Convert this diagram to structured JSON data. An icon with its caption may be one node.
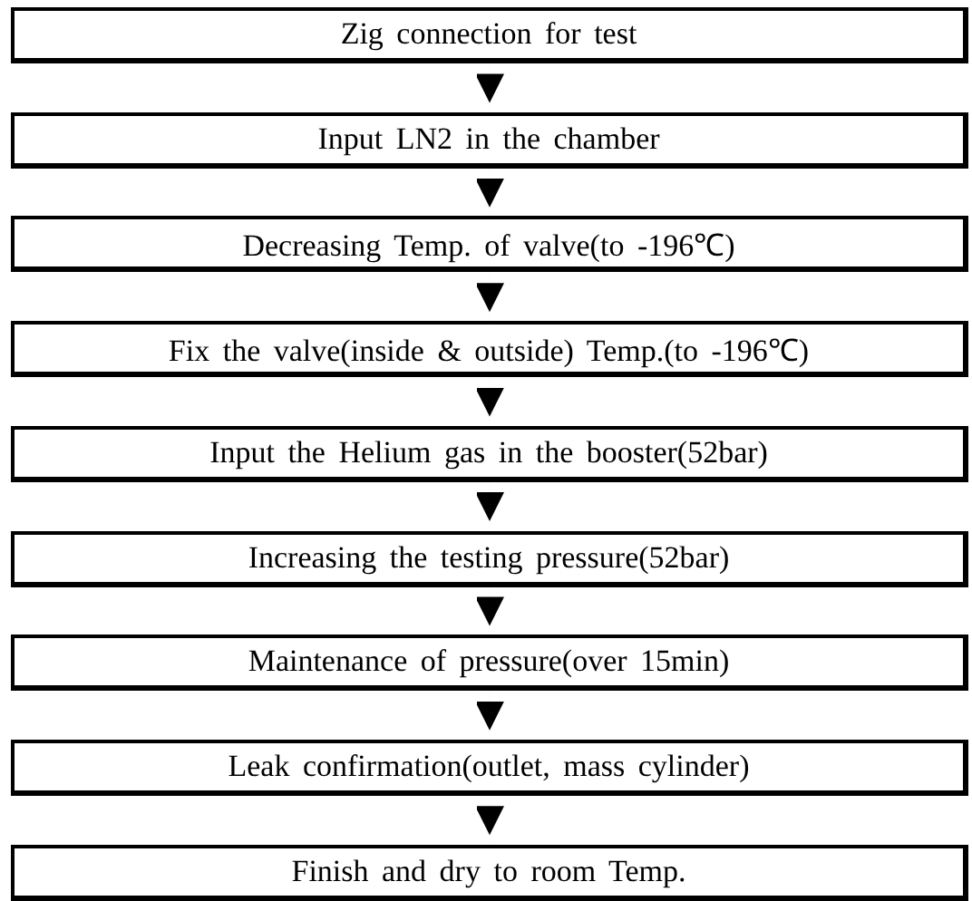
{
  "diagram": {
    "nodes": [
      {
        "text": [
          "Zig connection for test"
        ]
      },
      {
        "text": [
          "Input LN2 in the chamber"
        ]
      },
      {
        "text": [
          "Decreasing Temp. of valve(to -196℃)"
        ]
      },
      {
        "text": [
          "Fix the valve(inside & outside) Temp.(to -196℃)"
        ]
      },
      {
        "text": [
          "Input the Helium gas in the booster(52bar)"
        ]
      },
      {
        "text": [
          "Increasing the testing pressure(52bar)"
        ]
      },
      {
        "text": [
          "Maintenance of pressure(over 15min)"
        ]
      },
      {
        "text": [
          "Leak confirmation(outlet, mass cylinder)"
        ]
      },
      {
        "text": [
          "Finish and dry to room Temp."
        ]
      }
    ],
    "edges": [
      {
        "from": 0,
        "to": 1,
        "arrow": "to"
      },
      {
        "from": 1,
        "to": 2,
        "arrow": "to"
      },
      {
        "from": 2,
        "to": 3,
        "arrow": "to"
      },
      {
        "from": 3,
        "to": 4,
        "arrow": "to"
      },
      {
        "from": 4,
        "to": 5,
        "arrow": "to"
      },
      {
        "from": 5,
        "to": 6,
        "arrow": "to"
      },
      {
        "from": 6,
        "to": 7,
        "arrow": "to"
      },
      {
        "from": 7,
        "to": 8,
        "arrow": "to"
      }
    ]
  }
}
